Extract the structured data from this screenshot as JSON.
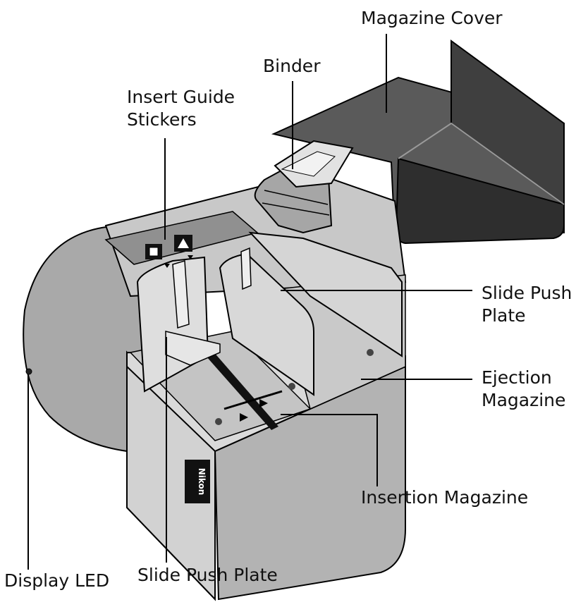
{
  "labels": {
    "magazine_cover": "Magazine Cover",
    "binder": "Binder",
    "insert_guide_line1": "Insert Guide",
    "insert_guide_line2": "Stickers",
    "slide_push_plate_right_line1": "Slide Push",
    "slide_push_plate_right_line2": "Plate",
    "ejection_line1": "Ejection",
    "ejection_line2": "Magazine",
    "insertion_magazine": "Insertion Magazine",
    "display_led": "Display LED",
    "slide_push_plate_bottom": "Slide Push Plate"
  },
  "device_markings": {
    "logo_text": "Nikon"
  },
  "colors": {
    "housing": "#b9b9b9",
    "housing_light": "#d7d7d7",
    "housing_dark": "#8f8f8f",
    "plate": "#d9d9d9",
    "cover_dark": "#4a4a4a",
    "cover_darker": "#303030",
    "line": "#000000"
  }
}
